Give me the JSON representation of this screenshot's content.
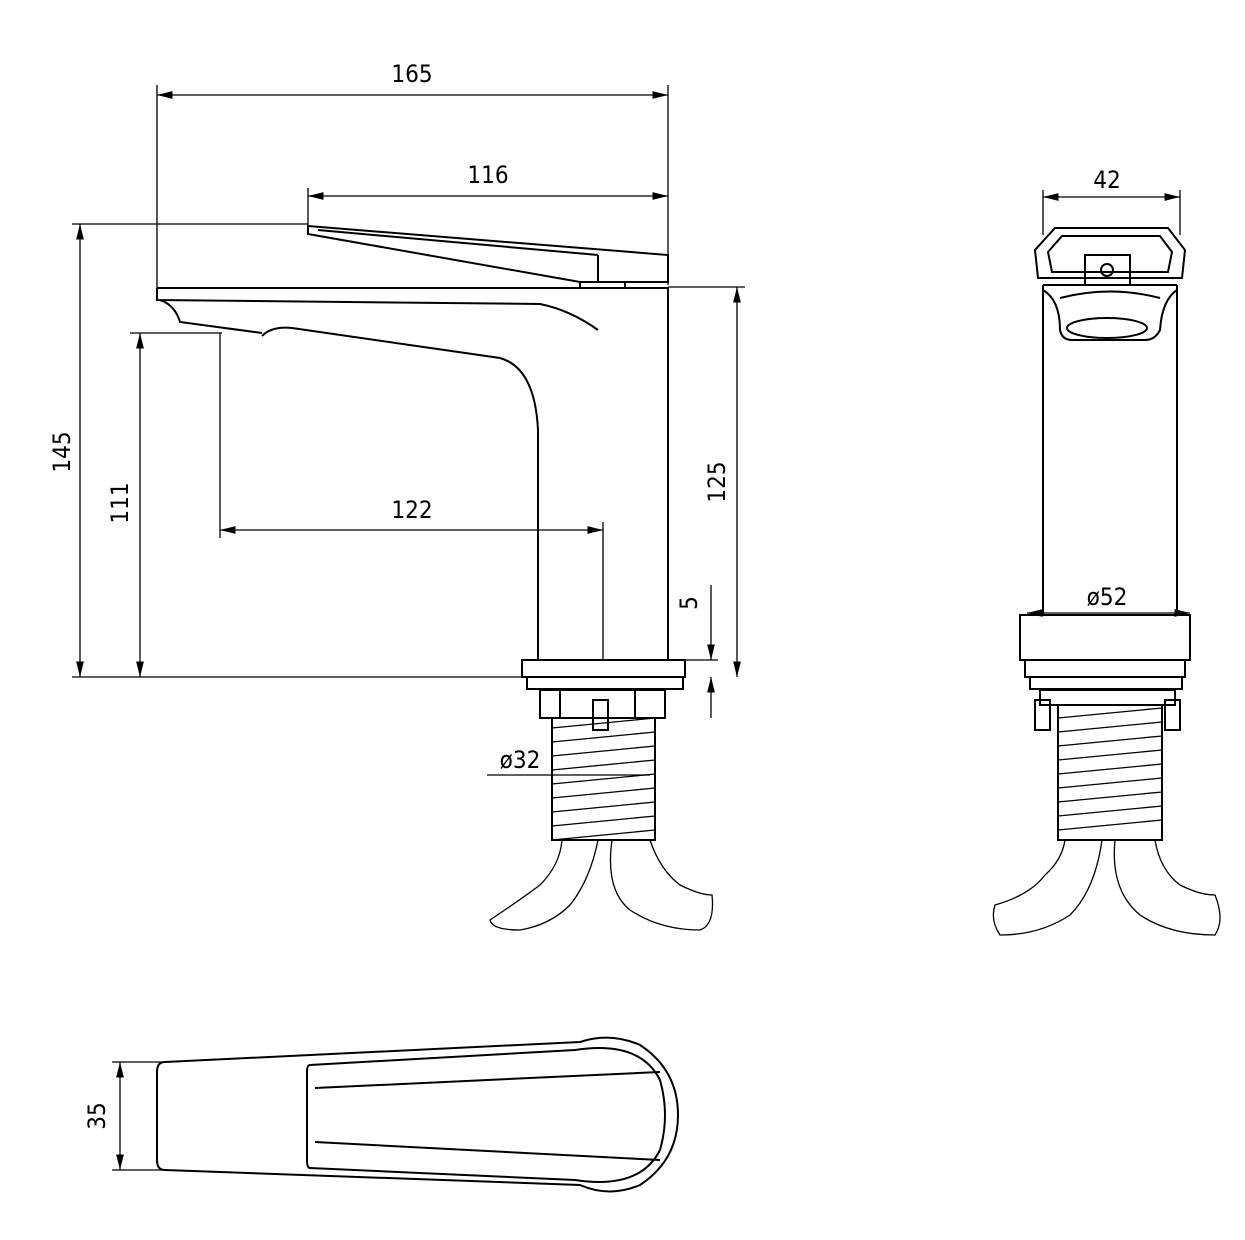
{
  "drawing": {
    "front_view": {
      "overall_length": "165",
      "handle_length": "116",
      "overall_height": "145",
      "spout_outlet_height": "111",
      "spout_reach": "122",
      "body_height": "125",
      "base_thickness": "5",
      "thread_diameter": "ø32"
    },
    "side_view": {
      "handle_width": "42",
      "base_diameter": "ø52"
    },
    "top_view": {
      "spout_width": "35"
    },
    "line_color": "#000000",
    "background_color": "#ffffff"
  }
}
